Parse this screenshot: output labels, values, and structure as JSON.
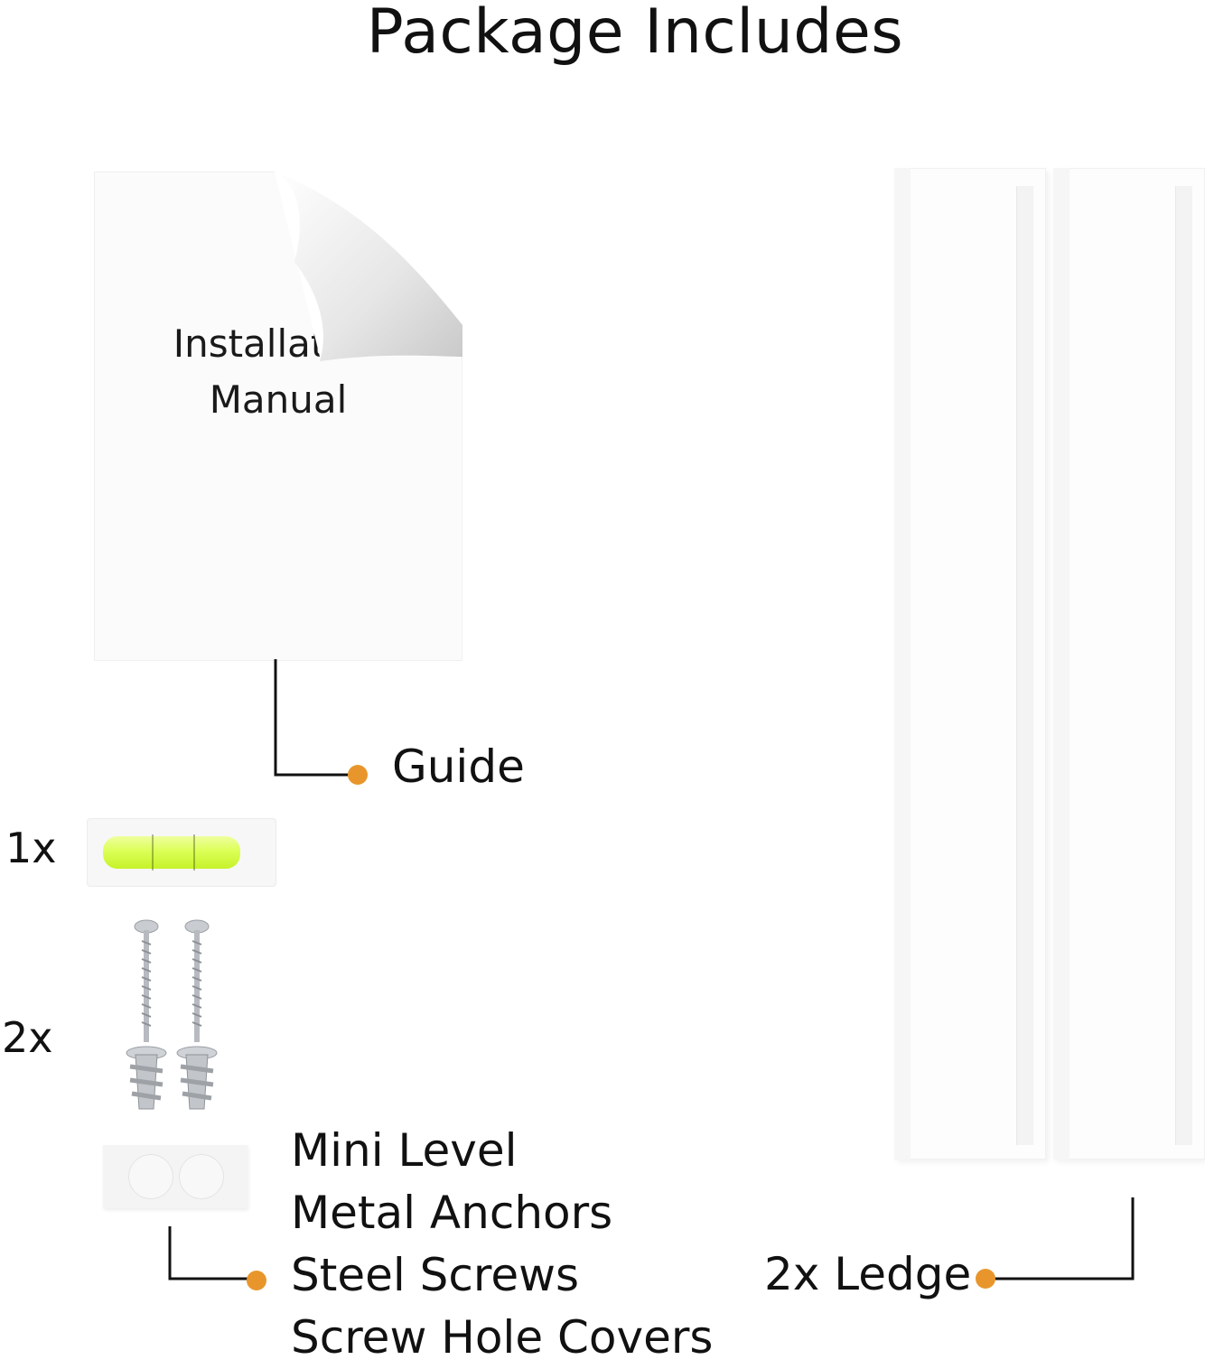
{
  "title": "Package Includes",
  "manual": {
    "line1": "Installation",
    "line2": "Manual"
  },
  "callouts": {
    "guide": "Guide",
    "ledge": "2x Ledge",
    "hardware": [
      "Mini Level",
      "Metal Anchors",
      "Steel Screws",
      "Screw Hole Covers"
    ]
  },
  "quantities": {
    "level": "1x",
    "screws": "2x"
  },
  "colors": {
    "dot": "#e8962c",
    "line": "#111111",
    "level_liquid": "#dcff57"
  }
}
